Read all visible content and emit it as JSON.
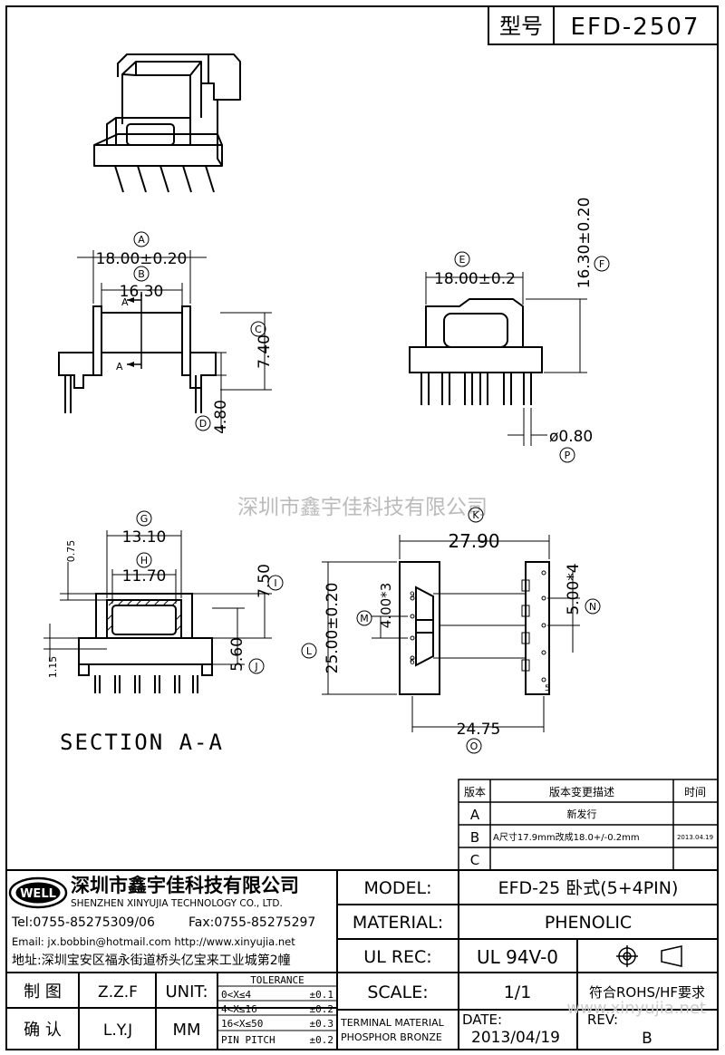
{
  "header": {
    "model_label": "型号",
    "model_code": "EFD-2507"
  },
  "drawing": {
    "dims": {
      "a_width": "18.00±0.20",
      "b_width": "16.30",
      "c_height": "7.40",
      "d_height": "4.80",
      "e_width": "18.00±0.2",
      "f_height": "16.30±0.20",
      "p_diameter": "ø0.80",
      "g_width": "13.10",
      "h_width": "11.70",
      "i_height": "7.50",
      "j_height": "5.60",
      "k_width": "27.90",
      "l_height": "25.00±0.20",
      "m_pitch": "4.00*3",
      "n_pitch": "5.00*4",
      "o_width": "24.75",
      "t075": "0.75",
      "t115": "1.15"
    },
    "markers": {
      "A": "A",
      "B": "B",
      "C": "C",
      "D": "D",
      "E": "E",
      "F": "F",
      "G": "G",
      "H": "H",
      "I": "I",
      "J": "J",
      "K": "K",
      "L": "L",
      "M": "M",
      "N": "N",
      "O": "O",
      "P": "P"
    },
    "section_marker": "A",
    "pin_labels": {
      "p9": "9",
      "p6": "6",
      "p5": "5"
    },
    "section_title": "SECTION A-A",
    "watermark_center": "深圳市鑫宇佳科技有限公司",
    "watermark_url": "www.xinyujia.net"
  },
  "revision": {
    "headers": [
      "版本",
      "版本变更描述",
      "时间"
    ],
    "rows": [
      {
        "ver": "A",
        "desc": "新发行",
        "date": ""
      },
      {
        "ver": "B",
        "desc": "A尺寸17.9mm改成18.0+/-0.2mm",
        "date": "2013.04.19"
      },
      {
        "ver": "C",
        "desc": "",
        "date": ""
      }
    ]
  },
  "company": {
    "logo_text": "WELL",
    "name_cn": "深圳市鑫宇佳科技有限公司",
    "name_en": "SHENZHEN XINYUJIA TECHNOLOGY CO., LTD.",
    "tel": "Tel:0755-85275309/06",
    "fax": "Fax:0755-85275297",
    "email": "Email: jx.bobbin@hotmail.com http://www.xinyujia.net",
    "address": "地址:深圳宝安区福永街道桥头亿宝来工业城第2幢"
  },
  "title_block": {
    "model_label": "MODEL:",
    "model_value": "EFD-25 卧式(5+4PIN)",
    "material_label": "MATERIAL:",
    "material_value": "PHENOLIC",
    "ulrec_label": "UL REC:",
    "ulrec_value": "UL 94V-0",
    "scale_label": "SCALE:",
    "scale_value": "1/1",
    "rohs": "符合ROHS/HF要求",
    "terminal_material_1": "TERMINAL MATERIAL",
    "terminal_material_2": "PHOSPHOR BRONZE",
    "date_label": "DATE:",
    "date_value": "2013/04/19",
    "rev_label": "REV:",
    "rev_value": "B",
    "drawn_label": "制 图",
    "drawn_by": "Z.Z.F",
    "checked_label": "确 认",
    "checked_by": "L.Y.J",
    "unit_label": "UNIT:",
    "unit_value": "MM",
    "tolerance_title": "TOLERANCE",
    "tolerance_rows": [
      {
        "range": "0<X≤4",
        "tol": "±0.1"
      },
      {
        "range": "4<X≤16",
        "tol": "±0.2"
      },
      {
        "range": "16<X≤50",
        "tol": "±0.3"
      },
      {
        "range": "PIN PITCH",
        "tol": "±0.2"
      }
    ]
  }
}
